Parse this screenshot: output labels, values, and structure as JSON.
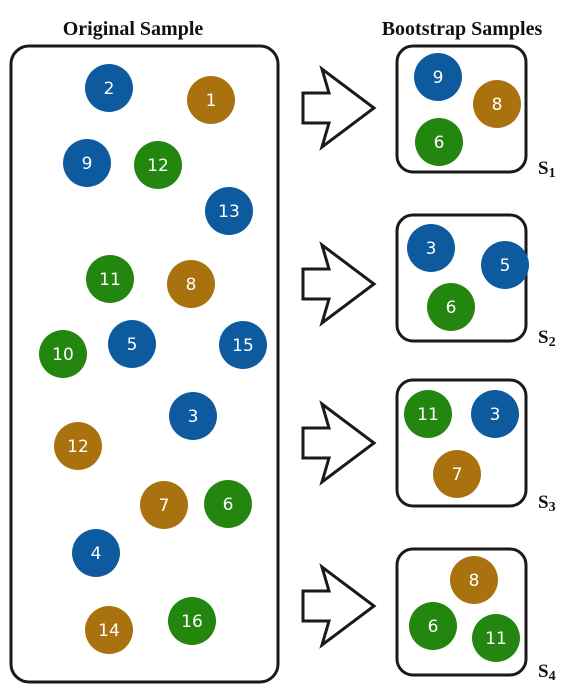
{
  "titles": {
    "original": "Original Sample",
    "bootstrap": "Bootstrap Samples"
  },
  "colors": {
    "blue": "#0d5a9e",
    "gold": "#a9720f",
    "green": "#23860f"
  },
  "original_sample": [
    {
      "label": "2",
      "color": "blue"
    },
    {
      "label": "1",
      "color": "gold"
    },
    {
      "label": "9",
      "color": "blue"
    },
    {
      "label": "12",
      "color": "green"
    },
    {
      "label": "13",
      "color": "blue"
    },
    {
      "label": "11",
      "color": "green"
    },
    {
      "label": "8",
      "color": "gold"
    },
    {
      "label": "10",
      "color": "green"
    },
    {
      "label": "5",
      "color": "blue"
    },
    {
      "label": "15",
      "color": "blue"
    },
    {
      "label": "3",
      "color": "blue"
    },
    {
      "label": "12",
      "color": "gold"
    },
    {
      "label": "7",
      "color": "gold"
    },
    {
      "label": "6",
      "color": "green"
    },
    {
      "label": "4",
      "color": "blue"
    },
    {
      "label": "14",
      "color": "gold"
    },
    {
      "label": "16",
      "color": "green"
    }
  ],
  "bootstrap_samples": [
    {
      "name": "S",
      "index": "1",
      "balls": [
        {
          "label": "9",
          "color": "blue"
        },
        {
          "label": "8",
          "color": "gold"
        },
        {
          "label": "6",
          "color": "green"
        }
      ]
    },
    {
      "name": "S",
      "index": "2",
      "balls": [
        {
          "label": "3",
          "color": "blue"
        },
        {
          "label": "5",
          "color": "blue"
        },
        {
          "label": "6",
          "color": "green"
        }
      ]
    },
    {
      "name": "S",
      "index": "3",
      "balls": [
        {
          "label": "11",
          "color": "green"
        },
        {
          "label": "3",
          "color": "blue"
        },
        {
          "label": "7",
          "color": "gold"
        }
      ]
    },
    {
      "name": "S",
      "index": "4",
      "balls": [
        {
          "label": "8",
          "color": "gold"
        },
        {
          "label": "6",
          "color": "green"
        },
        {
          "label": "11",
          "color": "green"
        }
      ]
    }
  ]
}
